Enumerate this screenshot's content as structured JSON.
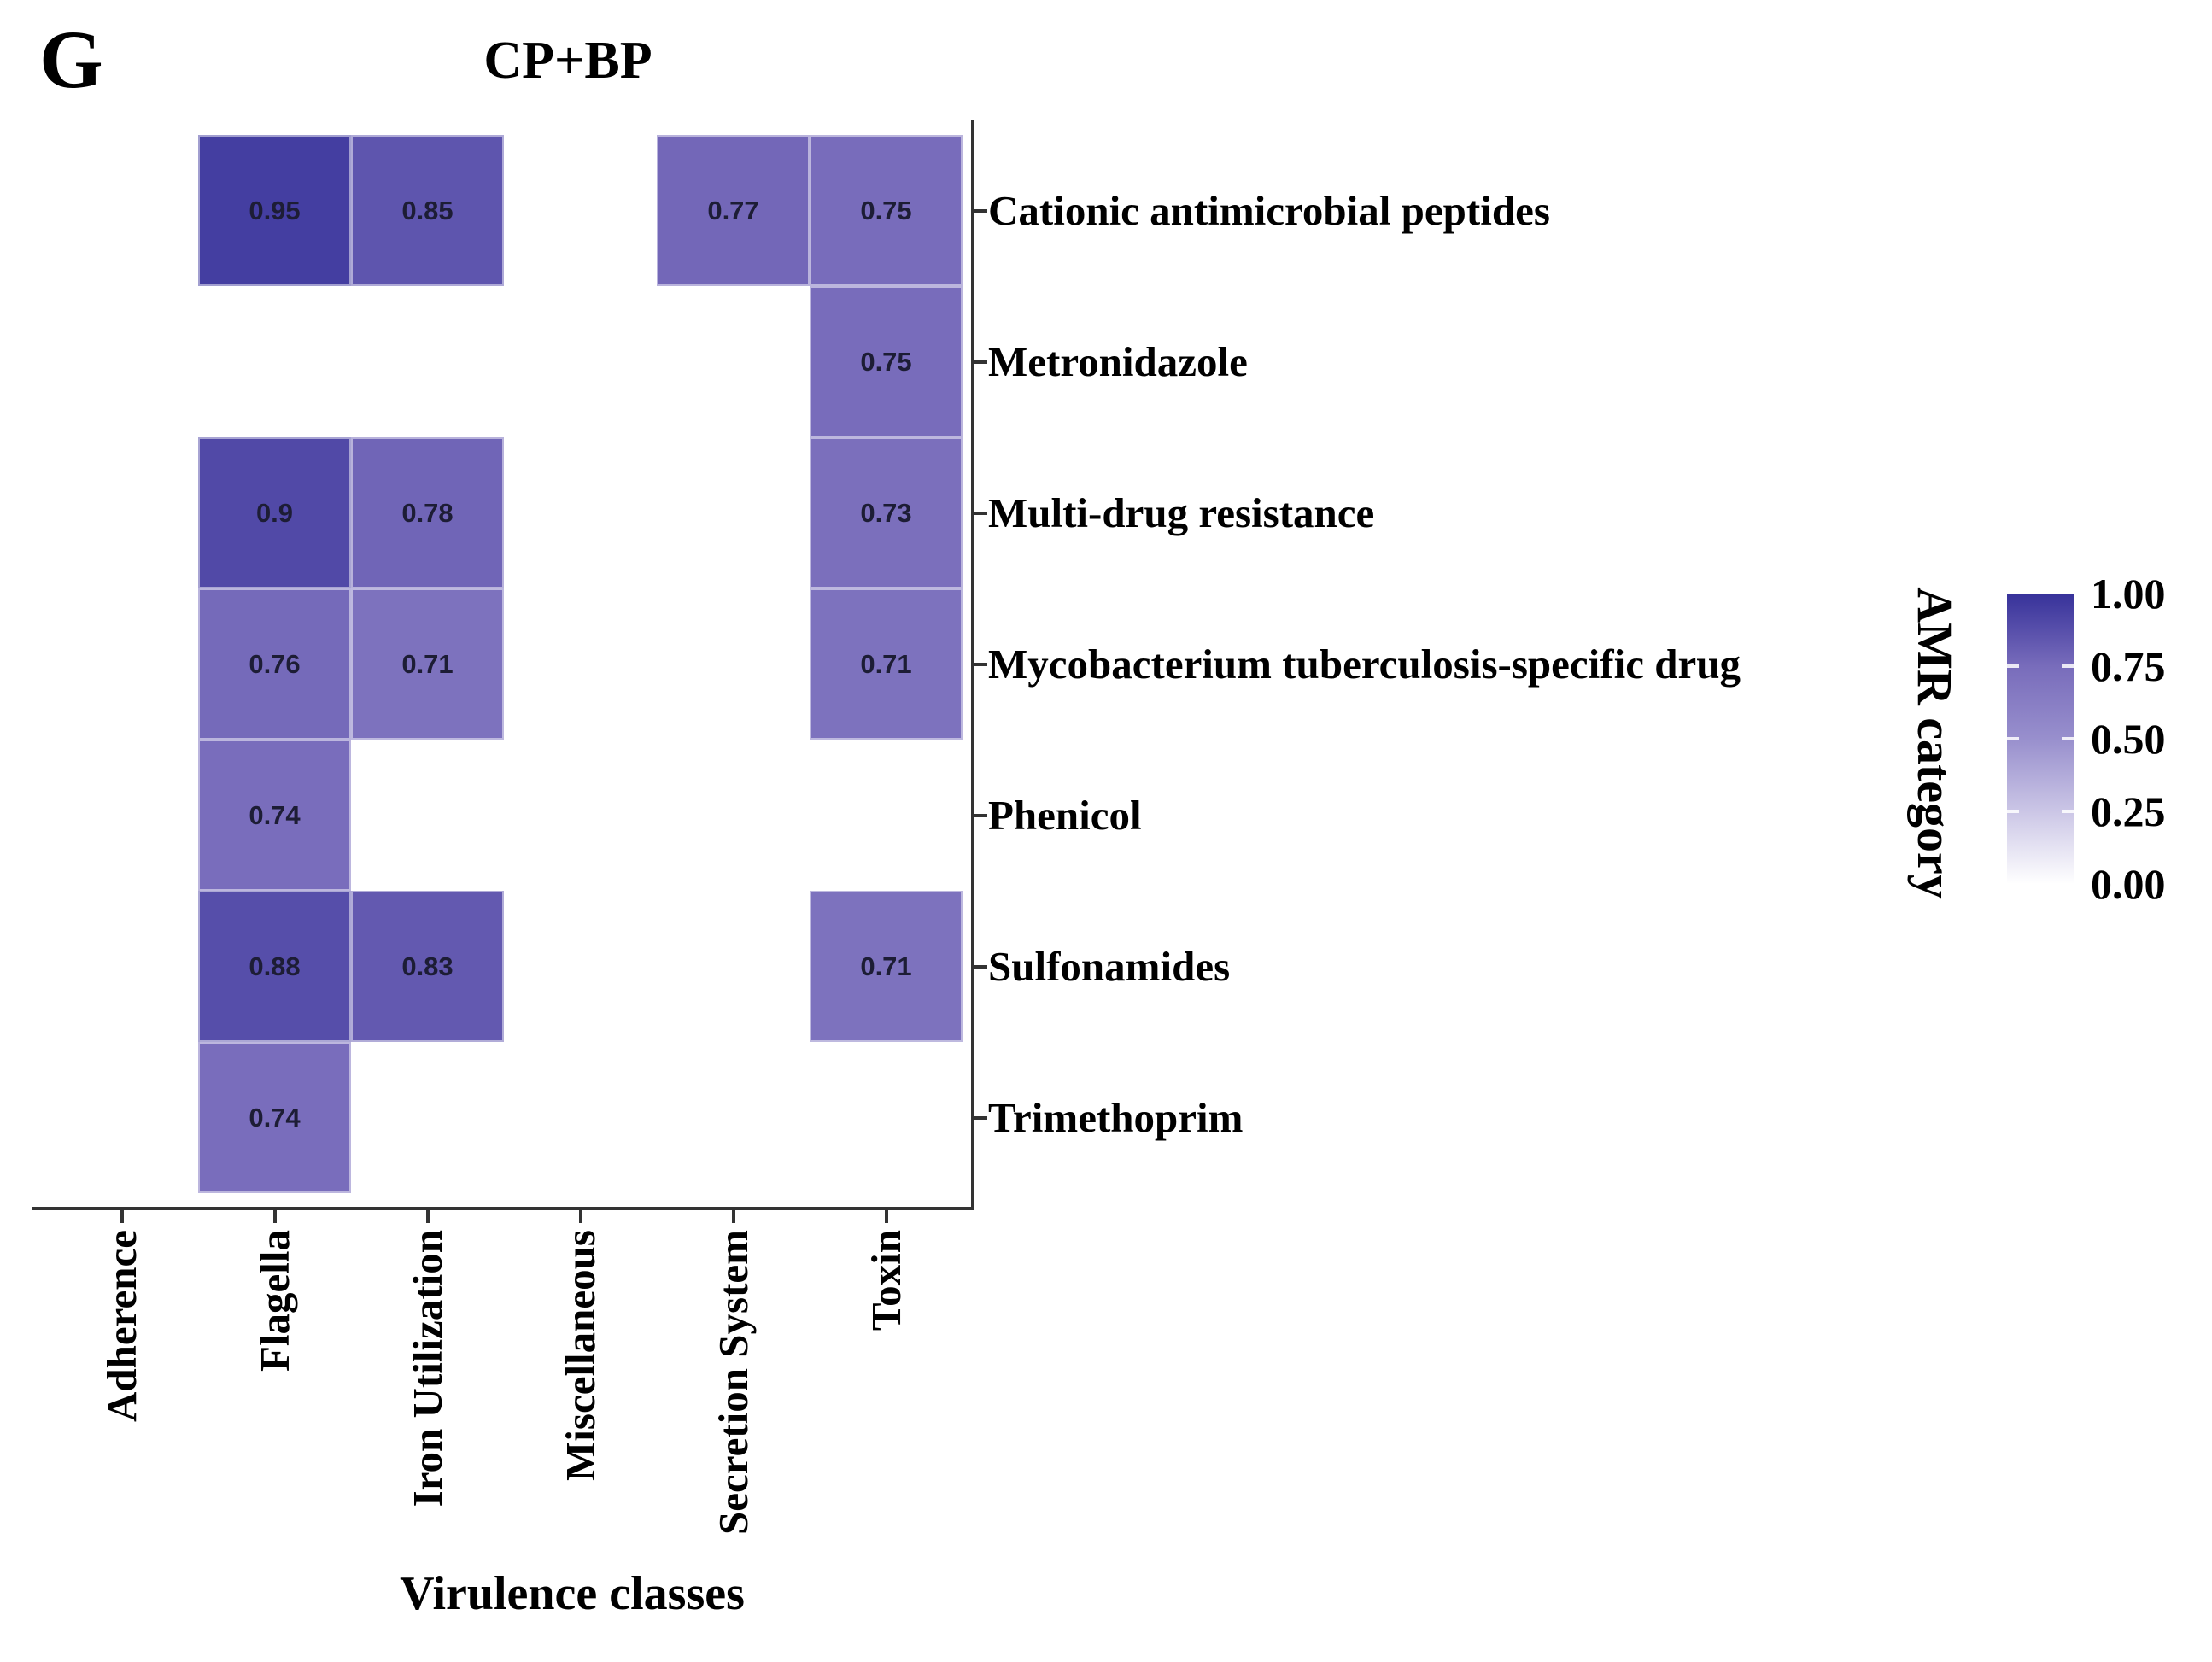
{
  "figure": {
    "panel_label": "G"
  },
  "chart_data": {
    "type": "heatmap",
    "title": "CP+BP",
    "xlabel": "Virulence classes",
    "x_categories": [
      "Adherence",
      "Flagella",
      "Iron Utilization",
      "Miscellaneous",
      "Secretion System",
      "Toxin"
    ],
    "y_categories": [
      "Cationic antimicrobial peptides",
      "Metronidazole",
      "Multi-drug resistance",
      "Mycobacterium tuberculosis-specific drug",
      "Phenicol",
      "Sulfonamides",
      "Trimethoprim"
    ],
    "cells": [
      {
        "y": "Cationic antimicrobial peptides",
        "x": "Flagella",
        "value": 0.95,
        "label": "0.95"
      },
      {
        "y": "Cationic antimicrobial peptides",
        "x": "Iron Utilization",
        "value": 0.85,
        "label": "0.85"
      },
      {
        "y": "Cationic antimicrobial peptides",
        "x": "Secretion System",
        "value": 0.77,
        "label": "0.77"
      },
      {
        "y": "Cationic antimicrobial peptides",
        "x": "Toxin",
        "value": 0.75,
        "label": "0.75"
      },
      {
        "y": "Metronidazole",
        "x": "Toxin",
        "value": 0.75,
        "label": "0.75"
      },
      {
        "y": "Multi-drug resistance",
        "x": "Flagella",
        "value": 0.9,
        "label": "0.9"
      },
      {
        "y": "Multi-drug resistance",
        "x": "Iron Utilization",
        "value": 0.78,
        "label": "0.78"
      },
      {
        "y": "Multi-drug resistance",
        "x": "Toxin",
        "value": 0.73,
        "label": "0.73"
      },
      {
        "y": "Mycobacterium tuberculosis-specific drug",
        "x": "Flagella",
        "value": 0.76,
        "label": "0.76"
      },
      {
        "y": "Mycobacterium tuberculosis-specific drug",
        "x": "Iron Utilization",
        "value": 0.71,
        "label": "0.71"
      },
      {
        "y": "Mycobacterium tuberculosis-specific drug",
        "x": "Toxin",
        "value": 0.71,
        "label": "0.71"
      },
      {
        "y": "Phenicol",
        "x": "Flagella",
        "value": 0.74,
        "label": "0.74"
      },
      {
        "y": "Sulfonamides",
        "x": "Flagella",
        "value": 0.88,
        "label": "0.88"
      },
      {
        "y": "Sulfonamides",
        "x": "Iron Utilization",
        "value": 0.83,
        "label": "0.83"
      },
      {
        "y": "Sulfonamides",
        "x": "Toxin",
        "value": 0.71,
        "label": "0.71"
      },
      {
        "y": "Trimethoprim",
        "x": "Flagella",
        "value": 0.74,
        "label": "0.74"
      }
    ],
    "legend": {
      "title": "AMR category",
      "tick_labels": [
        "1.00",
        "0.75",
        "0.50",
        "0.25",
        "0.00"
      ],
      "tick_values": [
        1,
        0.75,
        0.5,
        0.25,
        0
      ]
    },
    "color_scale": {
      "stops": [
        {
          "value": 1.0,
          "color": "#37329A"
        },
        {
          "value": 0.75,
          "color": "#786CBB"
        },
        {
          "value": 0.5,
          "color": "#988FCD"
        },
        {
          "value": 0.25,
          "color": "#CBC6E6"
        },
        {
          "value": 0.0,
          "color": "#FFFFFF"
        }
      ]
    },
    "axis_color": "#333333",
    "value_text_color": "#1d1d35"
  }
}
